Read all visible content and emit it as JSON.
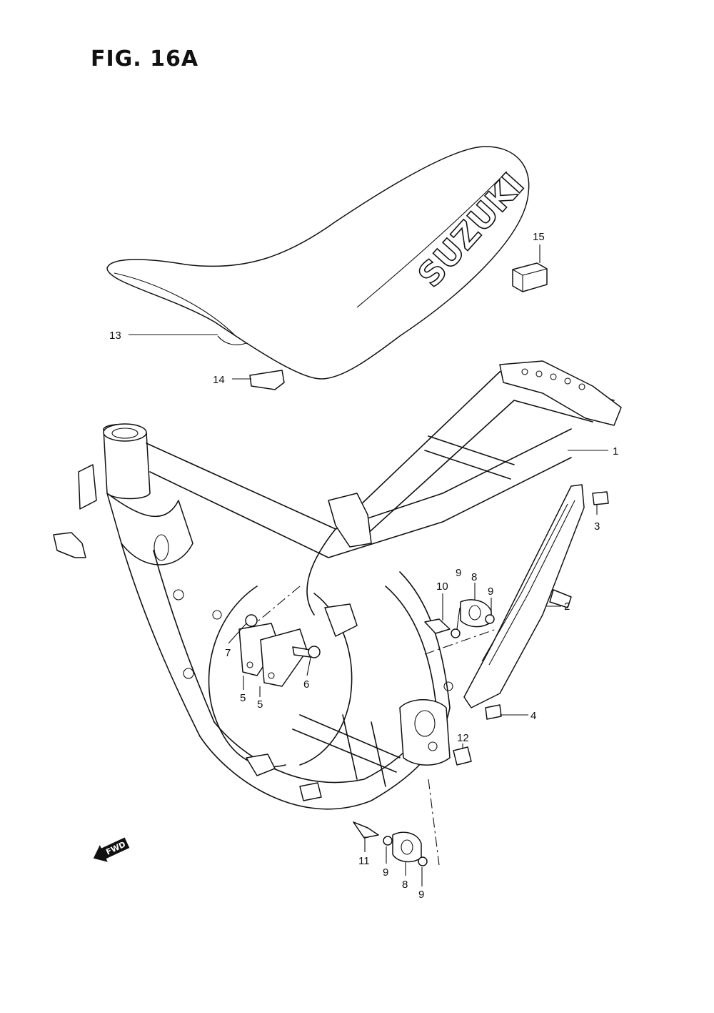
{
  "figure": {
    "title": "FIG. 16A",
    "brand_text": "SUZUKI",
    "fwd_label": "FWD"
  },
  "callouts": {
    "c1": "1",
    "c2": "2",
    "c3": "3",
    "c4": "4",
    "c5a": "5",
    "c5b": "5",
    "c6": "6",
    "c7": "7",
    "c8a": "8",
    "c8b": "8",
    "c9a": "9",
    "c9b": "9",
    "c9c": "9",
    "c9d": "9",
    "c10": "10",
    "c11": "11",
    "c12": "12",
    "c13": "13",
    "c14": "14",
    "c15": "15"
  },
  "icons": {
    "fwd_arrow": "forward-arrow-icon"
  }
}
